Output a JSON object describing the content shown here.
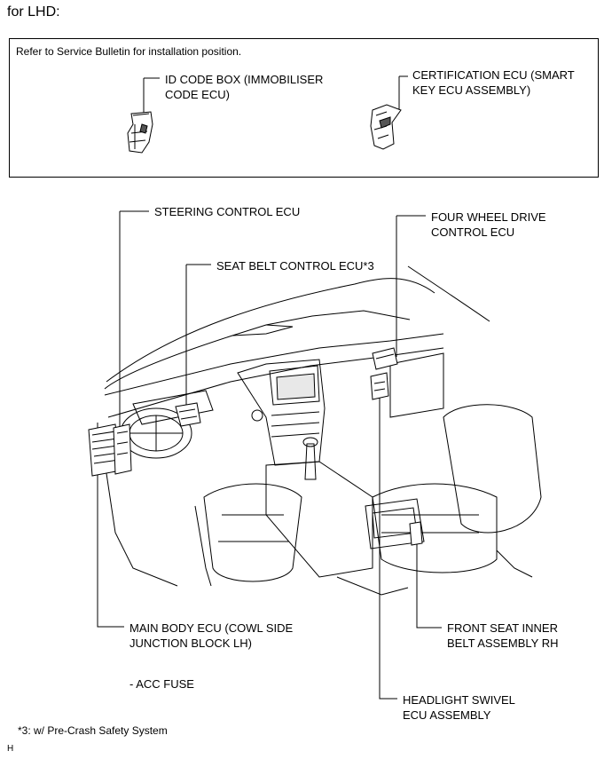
{
  "heading": "for LHD:",
  "note": "Refer to Service Bulletin for installation position.",
  "labels": {
    "id_code_box": "ID CODE BOX (IMMOBILISER\nCODE ECU)",
    "certification_ecu": "CERTIFICATION ECU (SMART\nKEY ECU ASSEMBLY)",
    "steering_control_ecu": "STEERING CONTROL ECU",
    "four_wheel_drive_ecu": "FOUR WHEEL DRIVE\nCONTROL ECU",
    "seat_belt_control_ecu": "SEAT BELT CONTROL ECU*3",
    "main_body_ecu": "MAIN BODY ECU (COWL SIDE\nJUNCTION BLOCK LH)",
    "acc_fuse": "- ACC FUSE",
    "front_seat_inner_belt": "FRONT SEAT INNER\nBELT ASSEMBLY RH",
    "headlight_swivel_ecu": "HEADLIGHT SWIVEL\nECU ASSEMBLY"
  },
  "footnote": "*3: w/ Pre-Crash Safety System",
  "corner_mark": "H"
}
